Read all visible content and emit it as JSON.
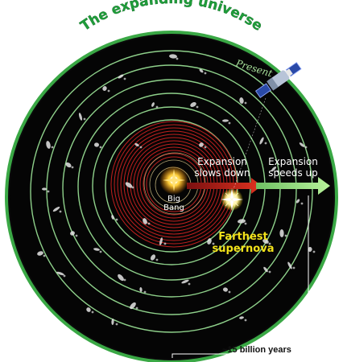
{
  "title": "The expanding universe",
  "labels": {
    "present": "Present",
    "big_bang_line1": "Big",
    "big_bang_line2": "Bang",
    "slows_line1": "Expansion",
    "slows_line2": "slows down",
    "speeds_line1": "Expansion",
    "speeds_line2": "speeds up",
    "supernova_line1": "Farthest",
    "supernova_line2": "supernova",
    "timescale": "~15 billion years"
  },
  "colors": {
    "title_green": "#1f9d3a",
    "outer_ring": "#3aa845",
    "space": "#050505",
    "red_rings": "#c0201f",
    "green_rings": "#8ed08a",
    "supernova_label": "#f2e21a",
    "slows_arrow": "#d62a1e",
    "speeds_arrow": "#9ee07f"
  },
  "icons": {
    "telescope": "hubble-telescope-icon",
    "big_bang": "big-bang-burst-icon",
    "supernova": "supernova-star-icon"
  }
}
